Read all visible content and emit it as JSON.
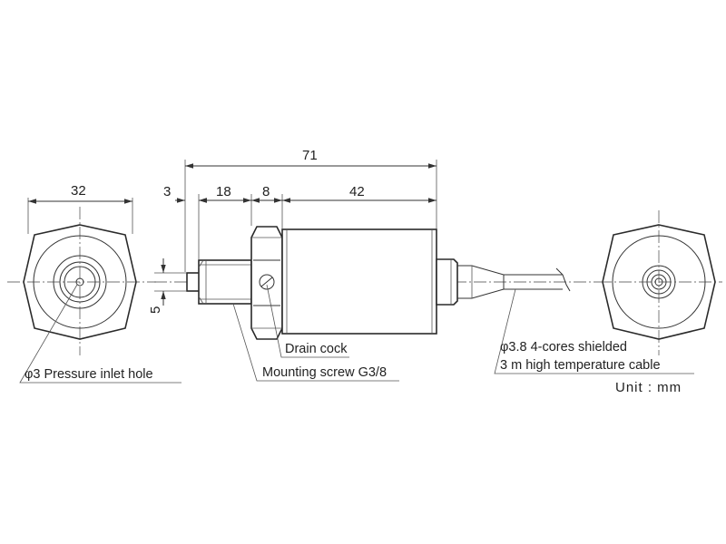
{
  "dimensions": {
    "front_width": "32",
    "overall_length": "71",
    "nozzle": "3",
    "thread_length": "18",
    "hex_width": "8",
    "body_length": "42",
    "nozzle_diameter": "5"
  },
  "callouts": {
    "pressure_inlet": "φ3 Pressure inlet hole",
    "drain_cock": "Drain cock",
    "mounting_screw": "Mounting screw G3/8",
    "cable_line1": "φ3.8 4-cores shielded",
    "cable_line2": "3 m high temperature cable"
  },
  "unit_label": "Unit : mm"
}
